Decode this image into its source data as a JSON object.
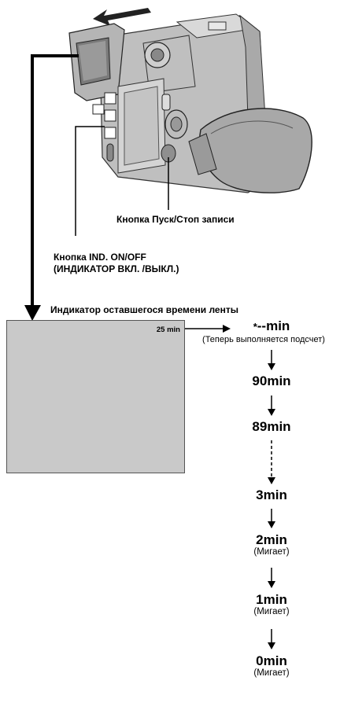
{
  "labels": {
    "record_button": "Кнопка Пуск/Стоп записи",
    "ind_button_line1": "Кнопка IND. ON/OFF",
    "ind_button_line2": "(ИНДИКАТОР ВКЛ. /ВЫКЛ.)",
    "indicator_title": "Индикатор оставшегося времени ленты"
  },
  "screen": {
    "remaining": "25 min"
  },
  "sequence": {
    "first": {
      "asterisk": "*",
      "value": "--min",
      "note": "(Теперь выполняется подсчет)"
    },
    "s90": "90min",
    "s89": "89min",
    "s3": "3min",
    "s2": "2min",
    "s2_note": "(Мигает)",
    "s1": "1min",
    "s1_note": "(Мигает)",
    "s0": "0min",
    "s0_note": "(Мигает)"
  }
}
